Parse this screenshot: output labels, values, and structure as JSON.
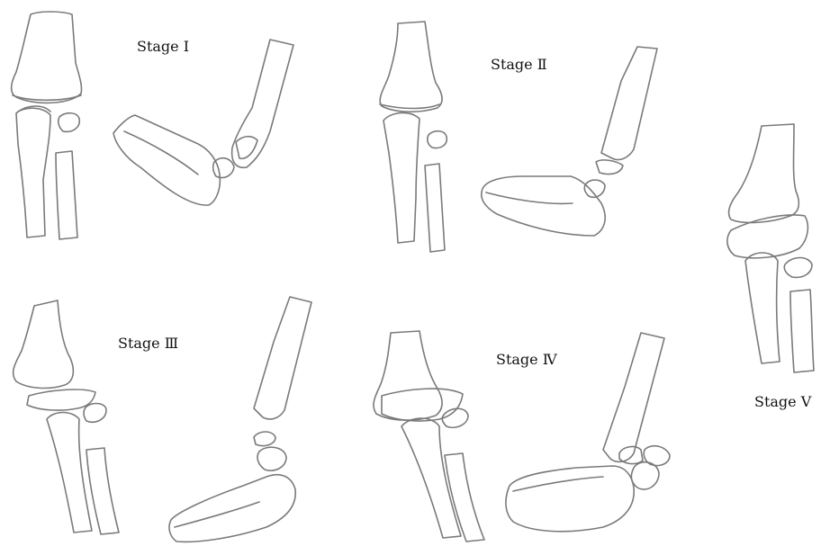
{
  "stages": [
    {
      "id": "stage-1",
      "label": "Stage I"
    },
    {
      "id": "stage-2",
      "label": "Stage Ⅱ"
    },
    {
      "id": "stage-3",
      "label": "Stage Ⅲ"
    },
    {
      "id": "stage-4",
      "label": "Stage Ⅳ"
    },
    {
      "id": "stage-5",
      "label": "Stage V"
    }
  ],
  "colors": {
    "line": "#7a7a7a",
    "text": "#111111",
    "background": "#ffffff"
  }
}
